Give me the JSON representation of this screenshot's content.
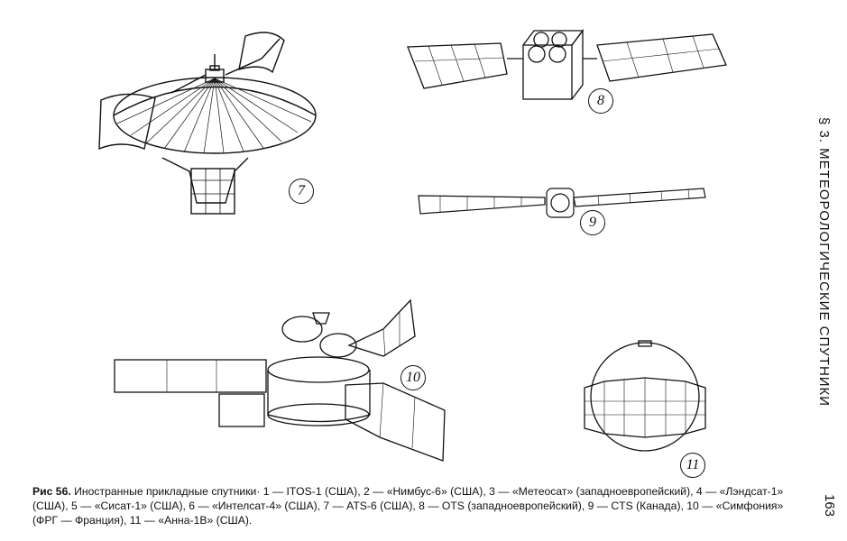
{
  "running_head": "§ 3. МЕТЕОРОЛОГИЧЕСКИЕ СПУТНИКИ",
  "page_number": "163",
  "figures": [
    {
      "label": "7"
    },
    {
      "label": "8"
    },
    {
      "label": "9"
    },
    {
      "label": "10"
    },
    {
      "label": "11"
    }
  ],
  "caption": {
    "prefix": "Рис 56.",
    "text": "Иностранные прикладные спутники· 1 — ITOS-1 (США), 2 — «Нимбус-6» (США), 3 — «Метеосат» (западноевропейский), 4 — «Лэндсат-1» (США), 5 — «Сисат-1» (США), 6 — «Интелсат-4» (США), 7 — ATS-6 (США), 8 — OTS (западноевропейский), 9 — CTS (Канада), 10 — «Симфония» (ФРГ — Франция), 11 — «Анна-1В» (США)."
  }
}
